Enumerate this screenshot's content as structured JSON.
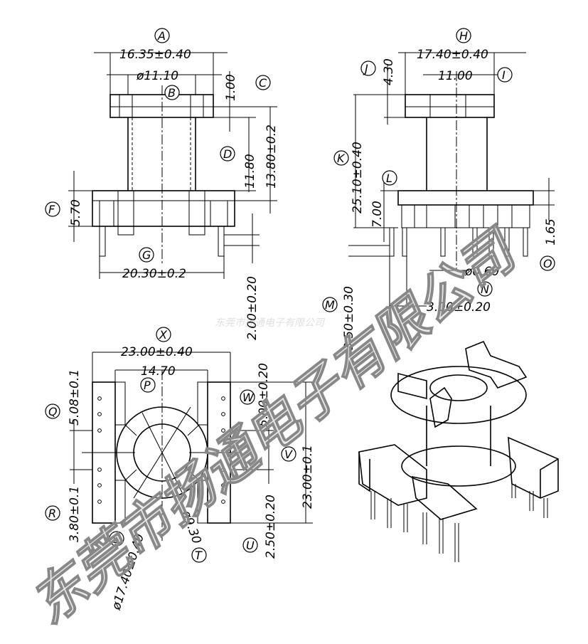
{
  "watermark": {
    "big_text": "东莞市扬通电子有限公司",
    "small_text": "东莞市扬通电子有限公司",
    "color": "#d9d9d9"
  },
  "views": {
    "front": {
      "dims": {
        "overall_width": "16.35±0.40",
        "core_dia": "ø11.10",
        "flange_thk": "1.00",
        "inner_height": "11.80",
        "total_height": "13.80±0.2",
        "base_height": "5.70",
        "pin_span": "20.30±0.2",
        "pin_length": "2.00±0.20"
      },
      "labels": {
        "A": "A",
        "B": "B",
        "C": "C",
        "D": "D",
        "F": "F",
        "G": "G"
      }
    },
    "side": {
      "dims": {
        "flange_width": "17.40±0.40",
        "core_width": "11.00",
        "slot_depth": "4.30",
        "total_height": "25.10±0.40",
        "base_height": "7.00",
        "pin_dia": "ø0.60",
        "pin_offset": "1.65",
        "pin_pitch": "3.00±0.20",
        "pin_proj": "3.50±0.30"
      },
      "labels": {
        "H": "H",
        "I": "I",
        "J": "J",
        "K": "K",
        "L": "L",
        "M": "M",
        "N": "N",
        "O": "O"
      }
    },
    "bottom": {
      "dims": {
        "overall_width": "23.00±0.40",
        "inner_width": "14.70",
        "pin_pitch_a": "5.08±0.1",
        "pin_pitch_b": "5.00±0.20",
        "overall_height": "23.00±0.1",
        "pin_pitch_c": "3.80±0.1",
        "pin_pitch_d": "2.50±0.20",
        "outer_dia": "ø17.40±0.40",
        "inner_dia": "ø9.30"
      },
      "labels": {
        "X": "X",
        "P": "P",
        "Q": "Q",
        "W": "W",
        "V": "V",
        "R": "R",
        "S": "S",
        "T": "T",
        "U": "U"
      }
    }
  }
}
